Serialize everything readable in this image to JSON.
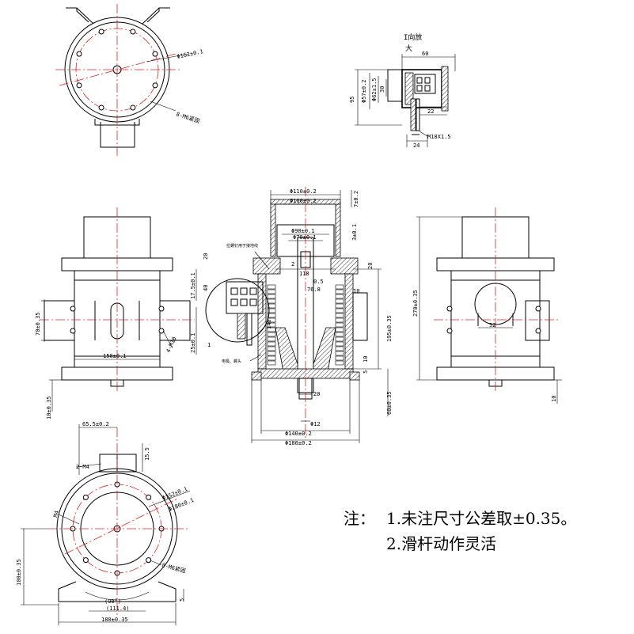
{
  "drawing": {
    "top_view": {
      "d162": "Φ162±0.1",
      "holes": "8-M6紧固"
    },
    "detail": {
      "title_line1": "I向放",
      "title_line2": "大",
      "d60": "60",
      "d95": "95",
      "d57": "Φ57±0.2",
      "d62": "Φ62±1.5",
      "d30": "30",
      "d22": "22",
      "d24": "24",
      "m18": "M18X1.5"
    },
    "front_view": {
      "d70": "70±0.35",
      "d150": "150±0.1",
      "m10": "4-M10",
      "d10": "10±0.35"
    },
    "section": {
      "d110": "Φ110±0.2",
      "d100": "Φ100±0.2",
      "d7": "7±0.2",
      "d90": "Φ90±0.1",
      "d70": "Φ70±0.1",
      "d3": "3±0.1",
      "d20a": "20",
      "d2": "2",
      "d118": "118",
      "d05": "0.5",
      "d768": "76.8",
      "d10a": "10",
      "d175": "17.5±0.1",
      "d40": "40",
      "d25": "25±0.1",
      "d195": "195±0.35",
      "d140": "140",
      "d10b": "10",
      "d5": "5",
      "d20b": "20",
      "d60": "60±0.35",
      "d20c": "20",
      "d12": "Φ12",
      "d140b": "Φ140±0.2",
      "d180": "Φ180±0.2",
      "label_a": "拉螺钉用于接地线",
      "label_b": "电极、螺头",
      "label_c": "1"
    },
    "side_view": {
      "d270": "270±0.35",
      "d52": "52",
      "d10": "10"
    },
    "bottom_view": {
      "d655": "65.5±0.2",
      "d155": "15.5",
      "m4a": "2-M4",
      "m4b": "M4",
      "d152": "Φ152±0.1",
      "d180": "Φ180±0.1",
      "d100": "100±0.35",
      "holes": "8-M6紧固",
      "ang": "(90°)",
      "d1114": "(111.4)",
      "d180b": "180±0.35",
      "d5": "5"
    }
  },
  "notes": {
    "prefix": "注：",
    "line1": "1.未注尺寸公差取±0.35。",
    "line2": "2.滑杆动作灵活"
  },
  "colors": {
    "outline": "#000000",
    "centerline": "#e02020"
  }
}
